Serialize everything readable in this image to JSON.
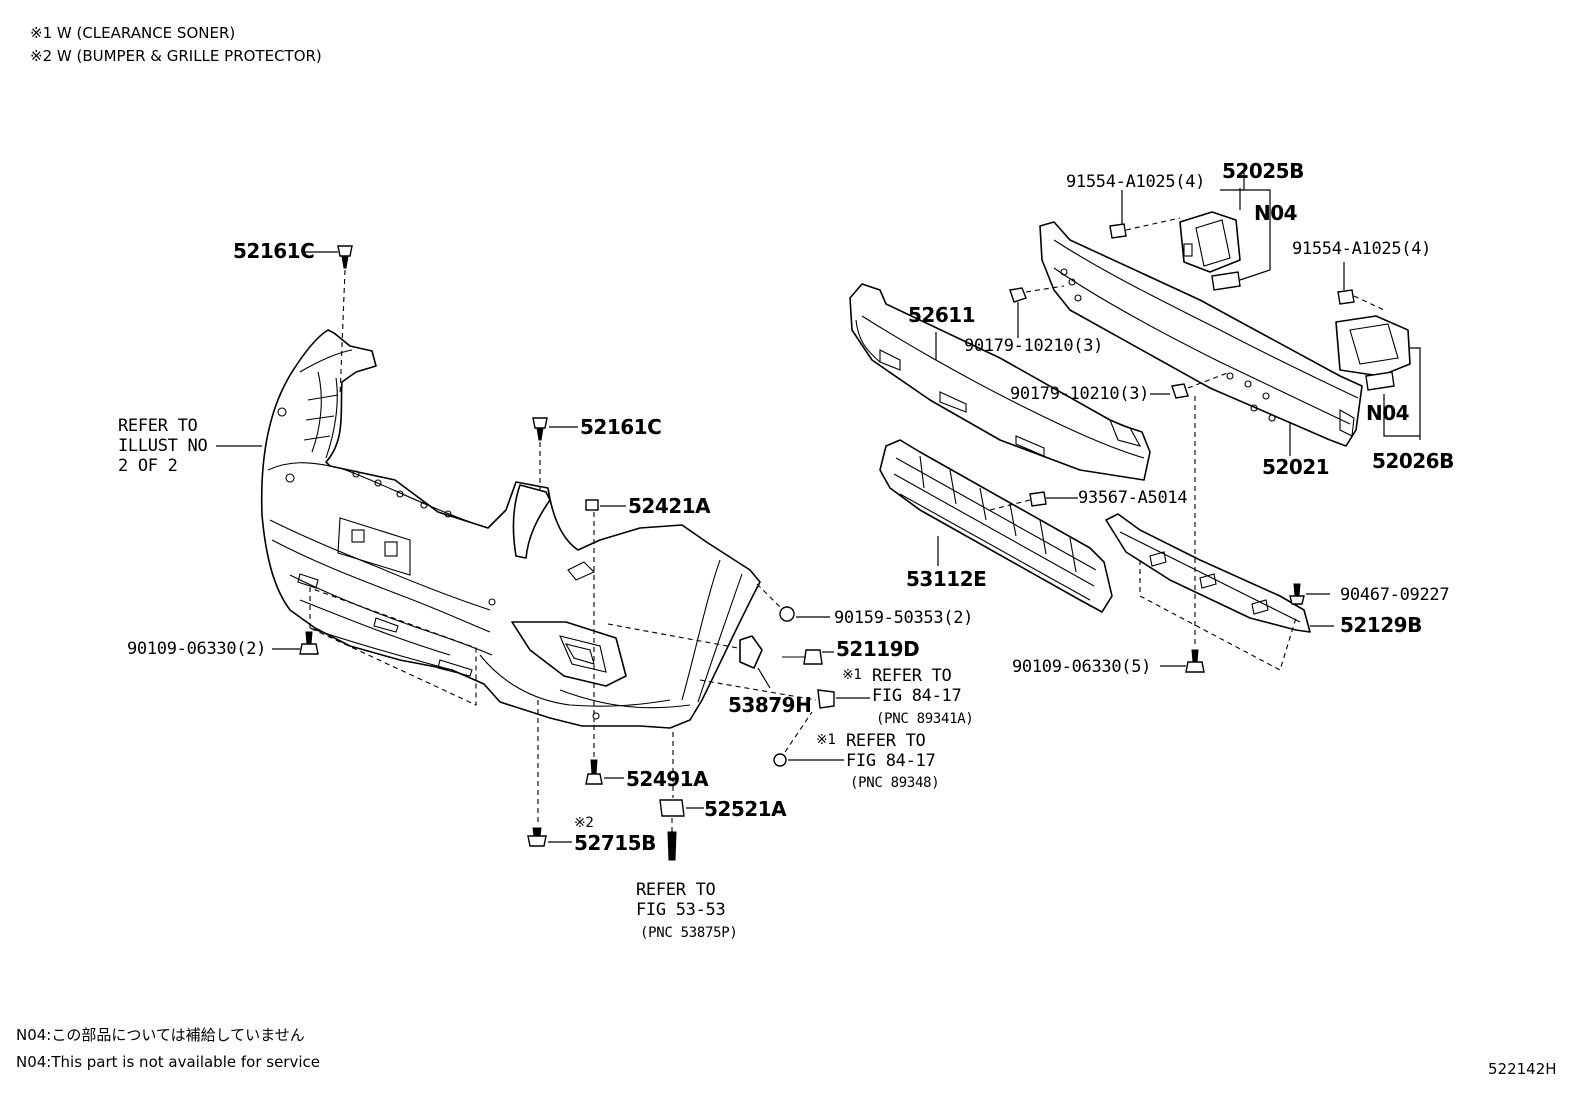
{
  "notes": {
    "w1": "※1 W (CLEARANCE SONER)",
    "w2": "※2 W (BUMPER & GRILLE PROTECTOR)",
    "n04_jp": "N04:この部品については補給していません",
    "n04_en": "N04:This part is not available for service",
    "figure_id": "522142H"
  },
  "labels": {
    "p52161C_top": "52161C",
    "p52161C_mid": "52161C",
    "p52421A": "52421A",
    "refer_illust": "REFER TO\nILLUST NO\n2 OF 2",
    "p90109_left": "90109-06330(2)",
    "p90159": "90159-50353(2)",
    "p52119D": "52119D",
    "p53879H": "53879H",
    "refer_8417a_mark": "※1",
    "refer_8417a": "REFER TO\nFIG 84-17",
    "pnc_89341A": "(PNC 89341A)",
    "refer_8417b_mark": "※1",
    "refer_8417b": "REFER TO\nFIG 84-17",
    "pnc_89348": "(PNC 89348)",
    "p52491A": "52491A",
    "p52521A": "52521A",
    "mark2": "※2",
    "p52715B": "52715B",
    "refer_5353": "REFER TO\nFIG 53-53",
    "pnc_53875P": "(PNC 53875P)",
    "p91554_top": "91554-A1025(4)",
    "p52025B": "52025B",
    "n04_top": "N04",
    "p91554_right": "91554-A1025(4)",
    "p52611": "52611",
    "p90179_a": "90179-10210(3)",
    "p90179_b": "90179-10210(3)",
    "n04_right": "N04",
    "p52021": "52021",
    "p52026B": "52026B",
    "p93567": "93567-A5014",
    "p53112E": "53112E",
    "p90467": "90467-09227",
    "p52129B": "52129B",
    "p90109_right": "90109-06330(5)"
  }
}
